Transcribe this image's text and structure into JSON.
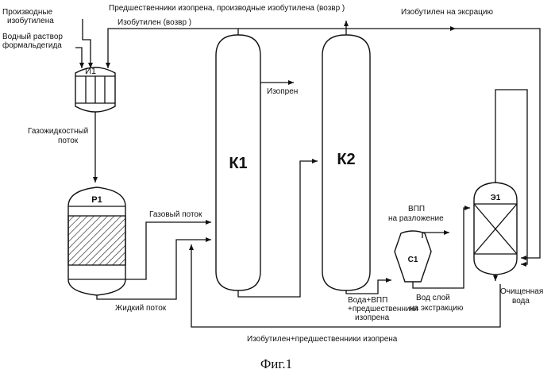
{
  "labels": {
    "feed_isobutylene_derivatives": [
      "Производные",
      "изобутилена"
    ],
    "feed_formaldehyde": [
      "Водный раствор",
      "формальдегида"
    ],
    "top_precursors": "Предшественники изопрена, производные изобутилена (возвр )",
    "isobutylene_recycle": "Изобутилен (возвр )",
    "isobutylene_to_extraction": "Изобутилен на эксрацию",
    "gas_liquid_flow": [
      "Газожидкостный",
      "поток"
    ],
    "isoprene": "Изопрен",
    "gas_flow": "Газовый поток",
    "liquid_flow": "Жидкий поток",
    "vpp_decomposition": [
      "ВПП",
      "на разложение"
    ],
    "water_vpp": [
      "Вода+ВПП",
      "+предшественники",
      "изопрена"
    ],
    "water_layer": [
      "Вод  слой",
      "на экстракцию"
    ],
    "purified_water": [
      "Очищенная",
      "вода"
    ],
    "bottom_return": "Изобутилен+предшественники изопрена",
    "caption": "Фиг.1"
  },
  "equipment": {
    "mixer": "И1",
    "reactor": "Р1",
    "column1": "К1",
    "column2": "К2",
    "separator": "С1",
    "extractor": "Э1"
  }
}
